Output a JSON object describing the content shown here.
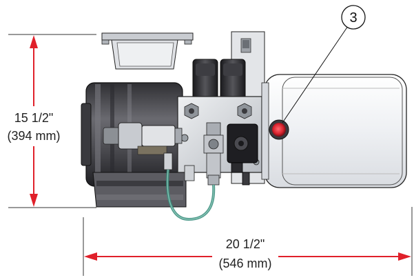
{
  "dimensions": {
    "height_imperial": "15 1/2\"",
    "height_metric": "(394 mm)",
    "width_imperial": "20 1/2\"",
    "width_metric": "(546 mm)"
  },
  "callout": {
    "number": "3"
  },
  "colors": {
    "dimension_arrow": "#e0202a",
    "reservoir": "#f2f3f6",
    "motor": "#4d4d52",
    "manifold": "#cfd2d7",
    "hose": "#3b8e7e",
    "outline": "#222222",
    "red_cap": "#d9232e"
  }
}
